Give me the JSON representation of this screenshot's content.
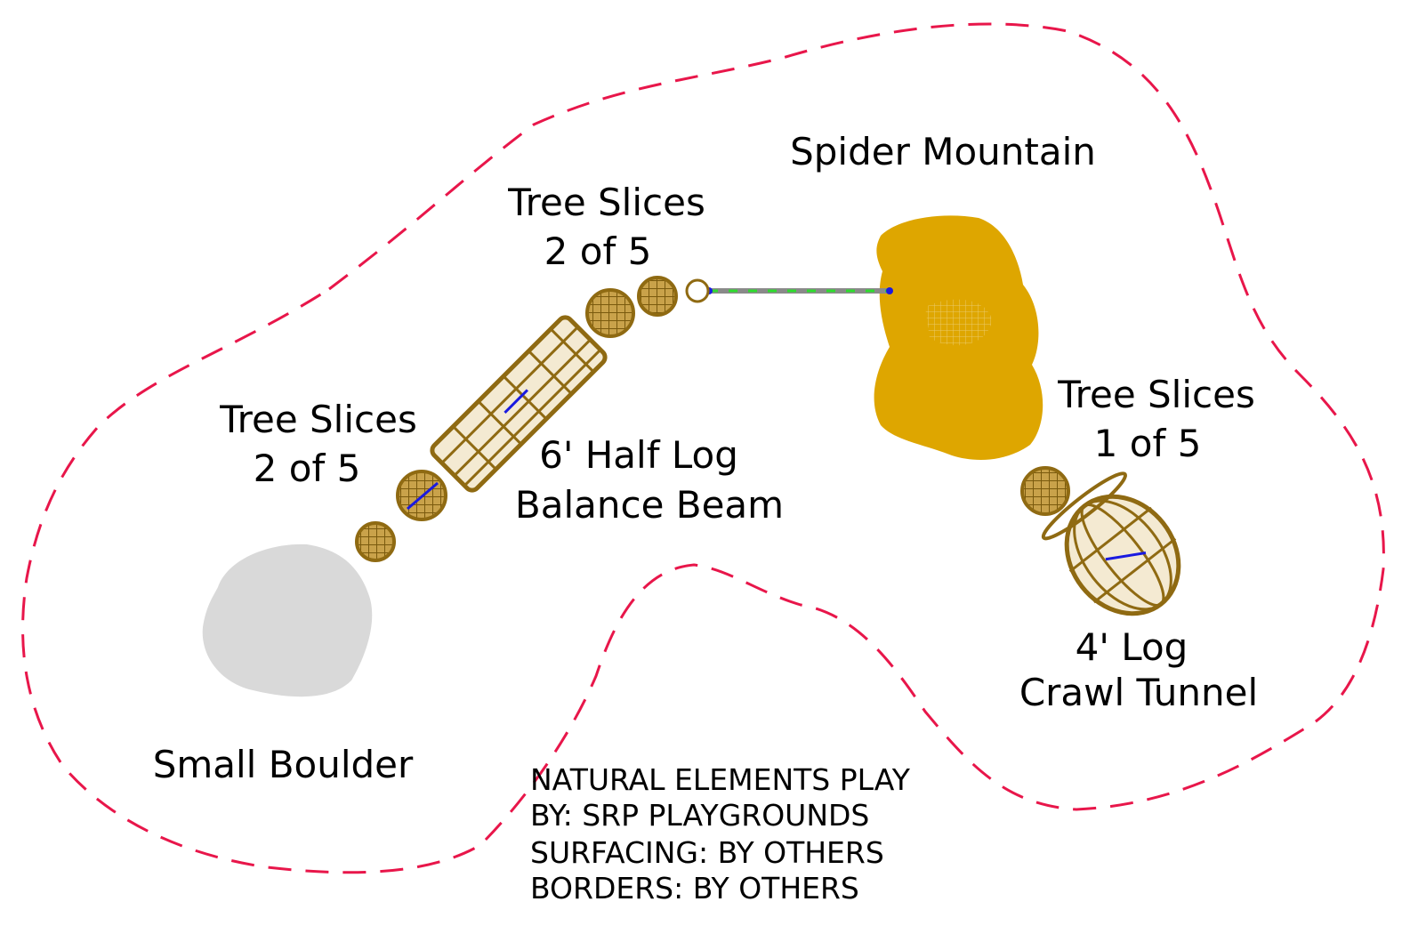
{
  "colors": {
    "border": "#e8164a",
    "wood": "#8f6a12",
    "wood_fill": "#c9a24a",
    "mountain": "#dea600",
    "boulder": "#d9d9d9",
    "accent": "#1a1ae0",
    "rope": "#8a8a8a",
    "rope_green": "#2ddc2d"
  },
  "labels": {
    "spider_mountain": "Spider Mountain",
    "tree_slices_top_l1": "Tree Slices",
    "tree_slices_top_l2": "2 of 5",
    "tree_slices_left_l1": "Tree Slices",
    "tree_slices_left_l2": "2 of 5",
    "tree_slices_right_l1": "Tree Slices",
    "tree_slices_right_l2": "1 of 5",
    "half_log_l1": "6' Half Log",
    "half_log_l2": "Balance Beam",
    "log_tunnel_l1": "4' Log",
    "log_tunnel_l2": "Crawl Tunnel",
    "small_boulder": "Small Boulder"
  },
  "notes": [
    "NATURAL ELEMENTS PLAY",
    "BY: SRP PLAYGROUNDS",
    "SURFACING: BY OTHERS",
    "BORDERS: BY OTHERS"
  ]
}
